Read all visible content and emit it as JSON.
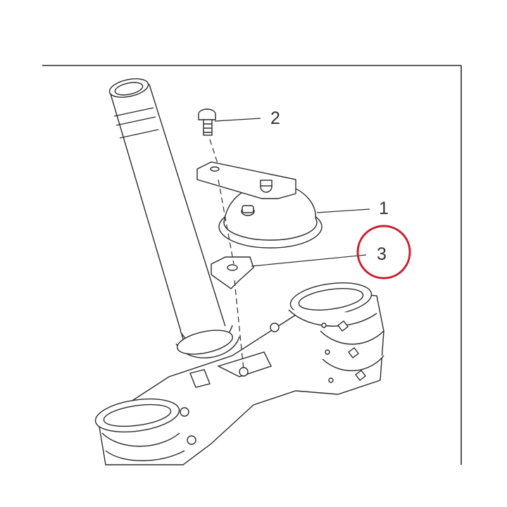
{
  "callouts": {
    "part1": "1",
    "part2": "2",
    "part3": "3"
  },
  "colors": {
    "line": "#2b2b2b",
    "highlight_circle": "#cc1f2e",
    "background": "#ffffff"
  },
  "highlighted_callout": "3"
}
